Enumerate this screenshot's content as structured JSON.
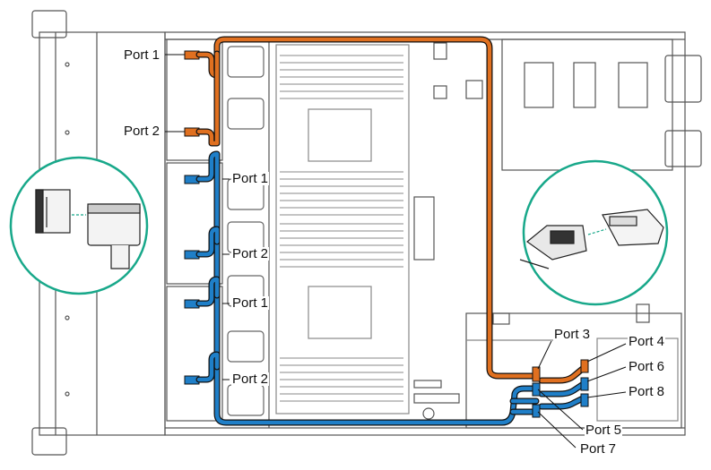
{
  "labels": {
    "left_port_1": "Port 1",
    "left_port_2": "Port 2",
    "mid_port_1a": "Port 1",
    "mid_port_2a": "Port 2",
    "mid_port_1b": "Port 1",
    "mid_port_2b": "Port 2",
    "right_port_3": "Port 3",
    "right_port_4": "Port 4",
    "right_port_6": "Port 6",
    "right_port_8": "Port 8",
    "right_port_5": "Port 5",
    "right_port_7": "Port 7"
  },
  "colors": {
    "orange_cable": "#e07020",
    "blue_cable": "#1f7fc8",
    "callout_ring": "#18a88a",
    "chassis_line": "#555555"
  },
  "icons": {
    "left_callout": "connector-detail-icon",
    "right_callout": "connector-detail-icon"
  }
}
